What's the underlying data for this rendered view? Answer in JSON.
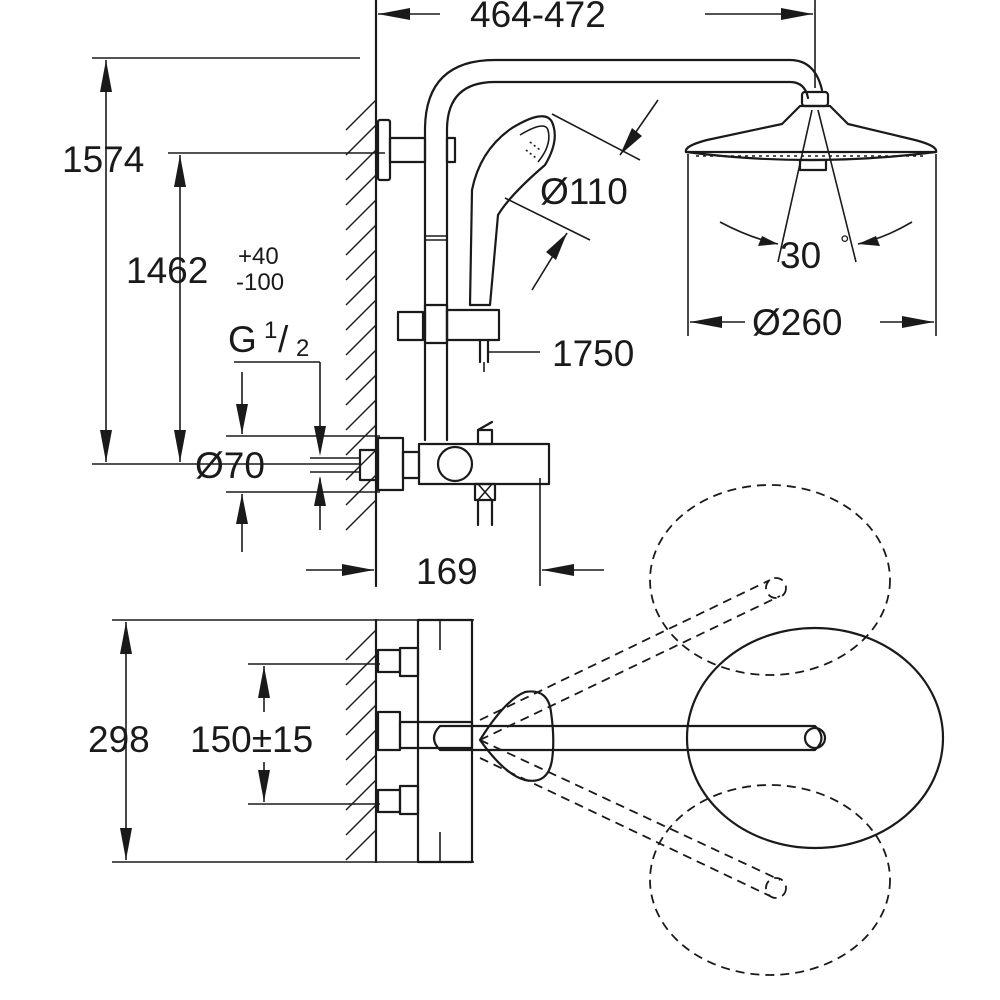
{
  "dimensions": {
    "width_top": "464-472",
    "total_height": "1574",
    "inlet_height": "1462",
    "inlet_tol_plus": "+40",
    "inlet_tol_minus": "-100",
    "thread_g": "G",
    "thread_num": "1",
    "thread_slash": "/",
    "thread_den": "2",
    "escutcheon": "Ø70",
    "handshower_dia": "Ø110",
    "head_tilt": "30",
    "head_tilt_unit": "°",
    "head_dia": "Ø260",
    "rail_height": "1750",
    "spout_proj": "169",
    "depth": "298",
    "centers": "150±15"
  }
}
